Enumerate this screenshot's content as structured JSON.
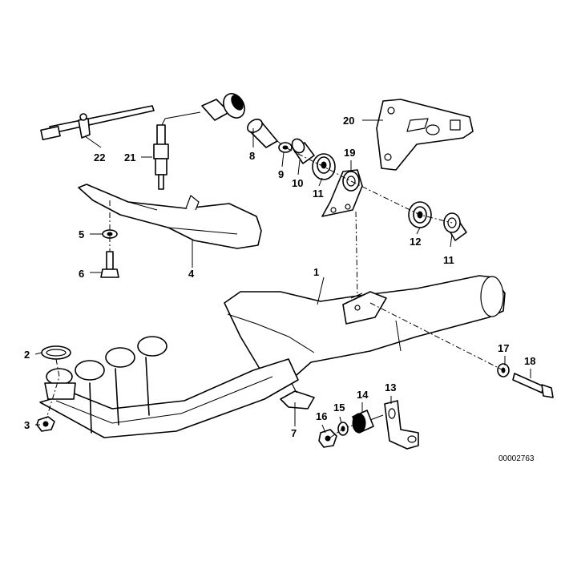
{
  "diagram": {
    "reference_number": "00002763",
    "callouts": [
      {
        "id": "c1",
        "text": "1"
      },
      {
        "id": "c2",
        "text": "2"
      },
      {
        "id": "c3",
        "text": "3"
      },
      {
        "id": "c4",
        "text": "4"
      },
      {
        "id": "c5",
        "text": "5"
      },
      {
        "id": "c6",
        "text": "6"
      },
      {
        "id": "c7",
        "text": "7"
      },
      {
        "id": "c8",
        "text": "8"
      },
      {
        "id": "c9",
        "text": "9"
      },
      {
        "id": "c10",
        "text": "10"
      },
      {
        "id": "c11a",
        "text": "11"
      },
      {
        "id": "c11b",
        "text": "11"
      },
      {
        "id": "c12",
        "text": "12"
      },
      {
        "id": "c13",
        "text": "13"
      },
      {
        "id": "c14",
        "text": "14"
      },
      {
        "id": "c15",
        "text": "15"
      },
      {
        "id": "c16",
        "text": "16"
      },
      {
        "id": "c17",
        "text": "17"
      },
      {
        "id": "c18",
        "text": "18"
      },
      {
        "id": "c19",
        "text": "19"
      },
      {
        "id": "c20",
        "text": "20"
      },
      {
        "id": "c21",
        "text": "21"
      },
      {
        "id": "c22",
        "text": "22"
      }
    ]
  }
}
